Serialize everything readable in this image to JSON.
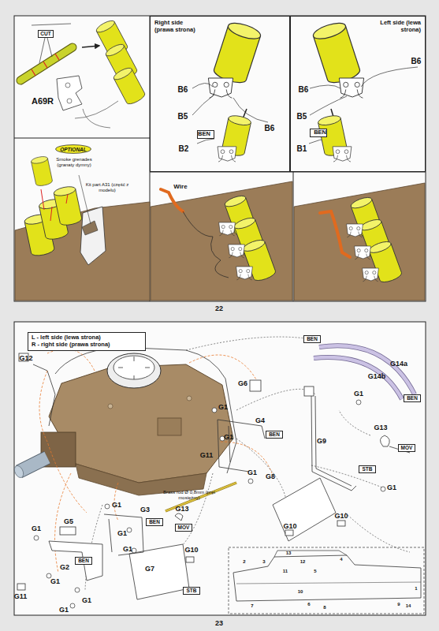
{
  "diagram": {
    "nodes": [
      {
        "text": [
          "CUT"
        ]
      },
      {
        "text": [
          "Right side (prawa strona)"
        ]
      },
      {
        "text": [
          "BEN"
        ],
        "in": 1
      },
      {
        "text": [
          "Left side (lewa strona)"
        ]
      },
      {
        "text": [
          "BEN"
        ],
        "in": 3
      },
      {
        "text": [
          "OPTIONAL"
        ]
      },
      {
        "text": [
          "L - left side (lewa strona)",
          "R - right side (prawa strona)"
        ]
      },
      {
        "text": [
          "BEN"
        ]
      },
      {
        "text": [
          "BEN"
        ]
      },
      {
        "text": [
          "BEN"
        ]
      },
      {
        "text": [
          "MOV"
        ]
      },
      {
        "text": [
          "STB"
        ]
      },
      {
        "text": [
          "BEN"
        ]
      },
      {
        "text": [
          "MOV"
        ]
      },
      {
        "text": [
          "BEN"
        ]
      },
      {
        "text": [
          "STB"
        ]
      }
    ],
    "labels": [
      "A69R",
      "Smoke grenades (granaty dymny)",
      "Kit part A31 (część z modelu)",
      "B6",
      "B5",
      "B2",
      "B6",
      "B6",
      "B6",
      "B5",
      "B1",
      "Wire",
      "22",
      "G12",
      "G14a",
      "G14b",
      "G6",
      "G1",
      "G1",
      "G4",
      "G1",
      "G9",
      "G13",
      "G11",
      "G1",
      "G8",
      "G1",
      "Brass rod Ø 0,8mm (pręt mosiężny)",
      "G1",
      "G3",
      "G13",
      "G10",
      "G10",
      "G5",
      "G1",
      "G1",
      "G1",
      "G10",
      "G2",
      "G1",
      "G7",
      "G11",
      "G1",
      "G1",
      "2",
      "3",
      "13",
      "12",
      "4",
      "11",
      "5",
      "1",
      "10",
      "6",
      "14",
      "7",
      "8",
      "9",
      "23"
    ]
  }
}
